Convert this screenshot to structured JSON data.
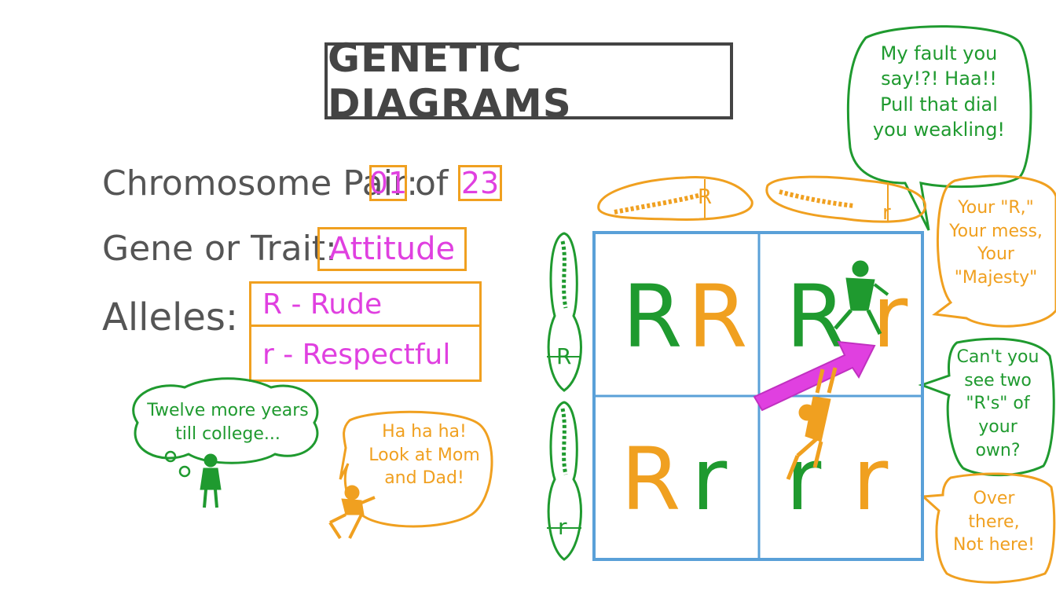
{
  "title": "GENETIC DIAGRAMS",
  "info": {
    "pair_label": "Chromosome Pair:",
    "pair_number": "01",
    "pair_of": "of",
    "pair_total": "23",
    "trait_label": "Gene or Trait:",
    "trait_value": "Attitude",
    "alleles_label": "Alleles:",
    "allele_dominant": "R - Rude",
    "allele_recessive": "r  - Respectful"
  },
  "speech": {
    "thought": "Twelve more years\ntill college...",
    "kid_left": "Ha ha ha!\nLook at Mom\nand Dad!",
    "top_right": "My fault you\nsay!?! Haa!!\nPull that dial\nyou weakling!",
    "right_1": "Your \"R,\"\nYour mess,\nYour\n\"Majesty\"",
    "right_2": "Can't you\nsee two\n\"R's\" of\nyour\nown?",
    "right_3": "Over\nthere,\nNot here!"
  },
  "punnett": {
    "top_alleles": [
      "R",
      "r"
    ],
    "side_alleles": [
      "R",
      "r"
    ],
    "cells": [
      [
        "R",
        "R"
      ],
      [
        "R",
        "r"
      ],
      [
        "R",
        "r"
      ],
      [
        "r",
        "r"
      ]
    ]
  },
  "colors": {
    "green": "#1f9a2f",
    "orange": "#f0a020",
    "magenta": "#e040e0",
    "blue": "#5aa0d8",
    "ink": "#444444"
  }
}
